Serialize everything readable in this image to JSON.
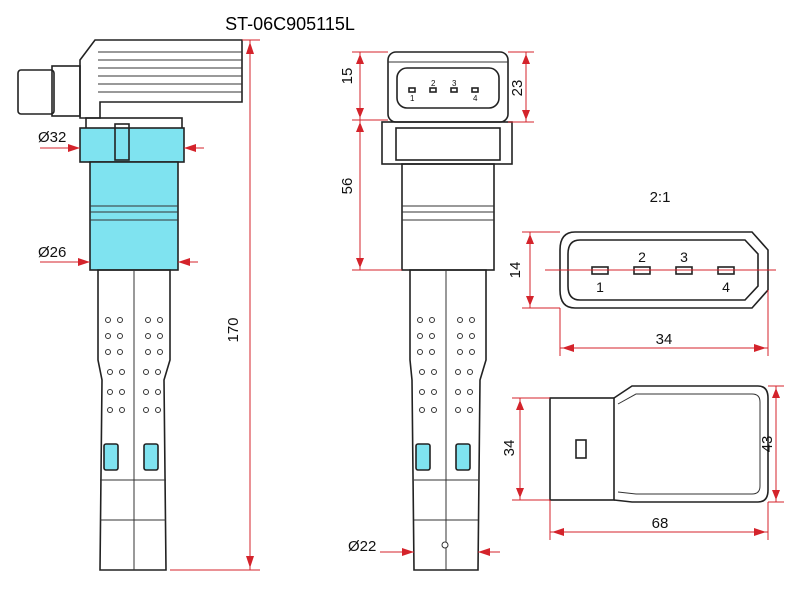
{
  "title": "ST-06C905115L",
  "scale_label": "2:1",
  "dimensions": {
    "d32": "Ø32",
    "d26": "Ø26",
    "d22": "Ø22",
    "length_170": "170",
    "h15": "15",
    "h23": "23",
    "h56": "56",
    "conn_h14": "14",
    "conn_w34": "34",
    "top_h34": "34",
    "top_h43": "43",
    "top_w68": "68"
  },
  "pins_small": [
    "1",
    "2",
    "3",
    "4"
  ],
  "pins_large": [
    "1",
    "2",
    "3",
    "4"
  ],
  "colors": {
    "accent_cyan": "#7fe3f0",
    "dimension_red": "#d4232b",
    "outline": "#222222"
  }
}
